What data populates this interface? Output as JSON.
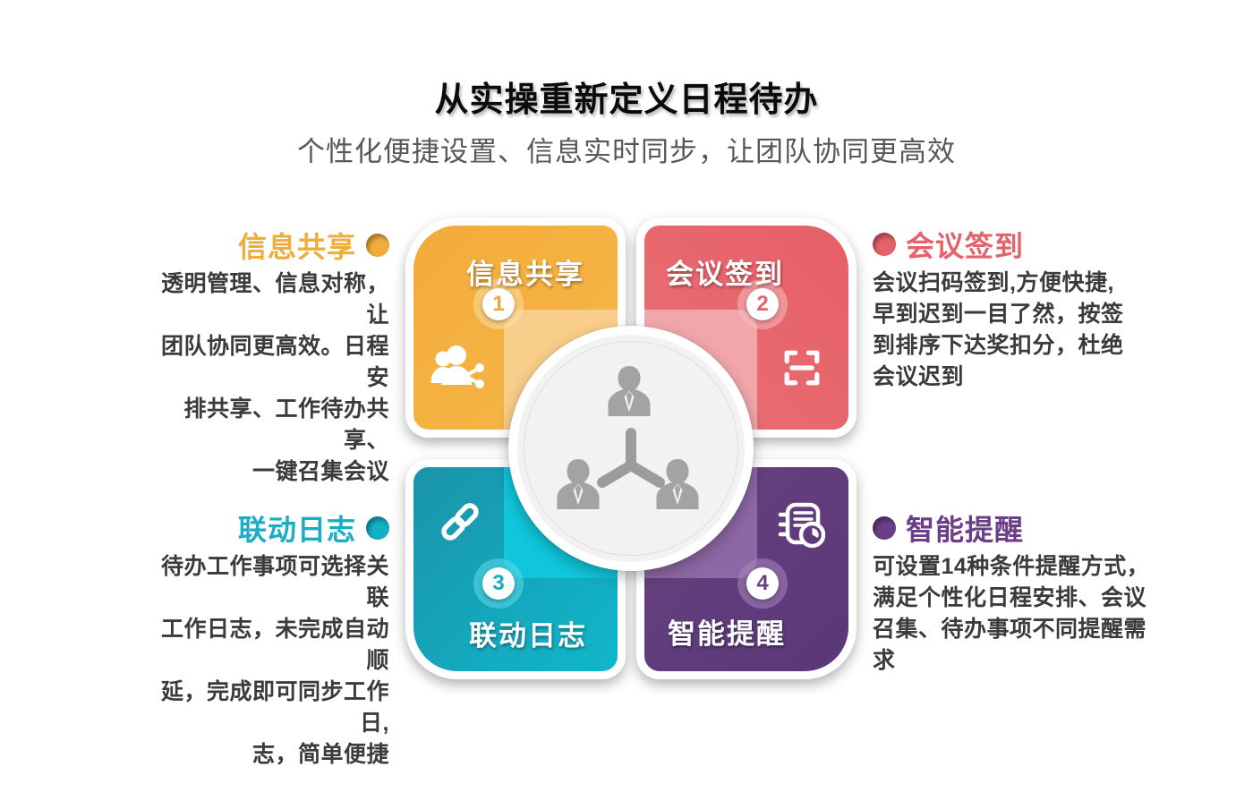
{
  "header": {
    "title": "从实操重新定义日程待办",
    "subtitle": "个性化便捷设置、信息实时同步，让团队协同更高效"
  },
  "diagram": {
    "center_icon": "team-network-icon",
    "tiles": [
      {
        "label": "信息共享",
        "number": "1",
        "icon": "people-share-icon",
        "color": "#F5B140",
        "light_color": "#F9CE8A"
      },
      {
        "label": "会议签到",
        "number": "2",
        "icon": "scan-checkin-icon",
        "color": "#E7656C",
        "light_color": "#F1A6AA"
      },
      {
        "label": "联动日志",
        "number": "3",
        "icon": "chain-link-icon",
        "color": "#14A8BD",
        "light_color": "#0FC6DC"
      },
      {
        "label": "智能提醒",
        "number": "4",
        "icon": "notebook-clock-icon",
        "color": "#5E3B7E",
        "light_color": "#8E68A4"
      }
    ]
  },
  "callouts": [
    {
      "heading": "信息共享",
      "accent": "#EFAE3C",
      "body": "透明管理、信息对称，让\n团队协同更高效。日程安\n排共享、工作待办共享、\n一键召集会议"
    },
    {
      "heading": "会议签到",
      "accent": "#E4626B",
      "body": "会议扫码签到,方便快捷,\n早到迟到一目了然，按签\n到排序下达奖扣分，杜绝\n会议迟到"
    },
    {
      "heading": "联动日志",
      "accent": "#19AEC2",
      "body": "待办工作事项可选择关联\n工作日志，未完成自动顺\n延，完成即可同步工作日,\n志，简单便捷"
    },
    {
      "heading": "智能提醒",
      "accent": "#6B3F87",
      "body": "可设置14种条件提醒方式，\n满足个性化日程安排、会议\n召集、待办事项不同提醒需\n求"
    }
  ]
}
